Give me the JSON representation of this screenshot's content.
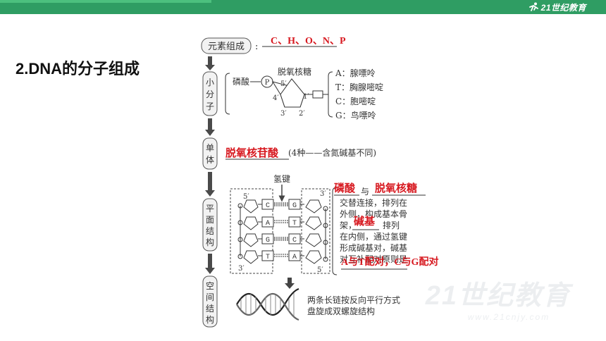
{
  "header": {
    "logo_text": "21世纪教育"
  },
  "heading": "2.DNA的分子组成",
  "watermark": {
    "big": "21世纪教育",
    "small": "www.21cnjy.com"
  },
  "diagram": {
    "labels": {
      "elements": "元素组成",
      "small_molecule": [
        "小",
        "分",
        "子"
      ],
      "monomer": [
        "单",
        "体"
      ],
      "planar": [
        "平",
        "面",
        "结",
        "构"
      ],
      "spatial": [
        "空",
        "间",
        "结",
        "构"
      ]
    },
    "elements_answer": "C、H、O、N、P",
    "small_molecule": {
      "phosphate": "磷酸",
      "p_symbol": "P",
      "sugar": "脱氧核糖",
      "carbon_5": "5′",
      "carbon_4": "4′",
      "carbon_3": "3′",
      "carbon_2": "2′",
      "carbon_1": "1′",
      "bases": [
        "A：腺嘌呤",
        "T：胸腺嘧啶",
        "C：胞嘧啶",
        "G：鸟嘌呤"
      ]
    },
    "monomer": {
      "answer": "脱氧核苷酸",
      "note": "(4种——含氮碱基不同)"
    },
    "planar": {
      "hydrogen_bond": "氢键",
      "strand_5_top": "5′",
      "strand_3_top": "3′",
      "strand_3_bottom": "3′",
      "strand_5_bottom": "5′",
      "left_bases": [
        "C",
        "A",
        "G",
        "T"
      ],
      "right_bases": [
        "G",
        "T",
        "C",
        "A"
      ],
      "answer_1": "磷酸",
      "connector": "与",
      "answer_2": "脱氧核糖",
      "text_lines": [
        "交替连接，排列在",
        "外侧，构成基本骨",
        "架，",
        "排列",
        "在内侧，通过氢键",
        "形成碱基对，碱基",
        "对互补配对原则是"
      ],
      "answer_3": "碱基",
      "answer_4": "A与T配对，C与G配对"
    },
    "spatial": {
      "text_lines": [
        "两条长链按反向平行方式",
        "盘旋成双螺旋结构"
      ]
    }
  }
}
